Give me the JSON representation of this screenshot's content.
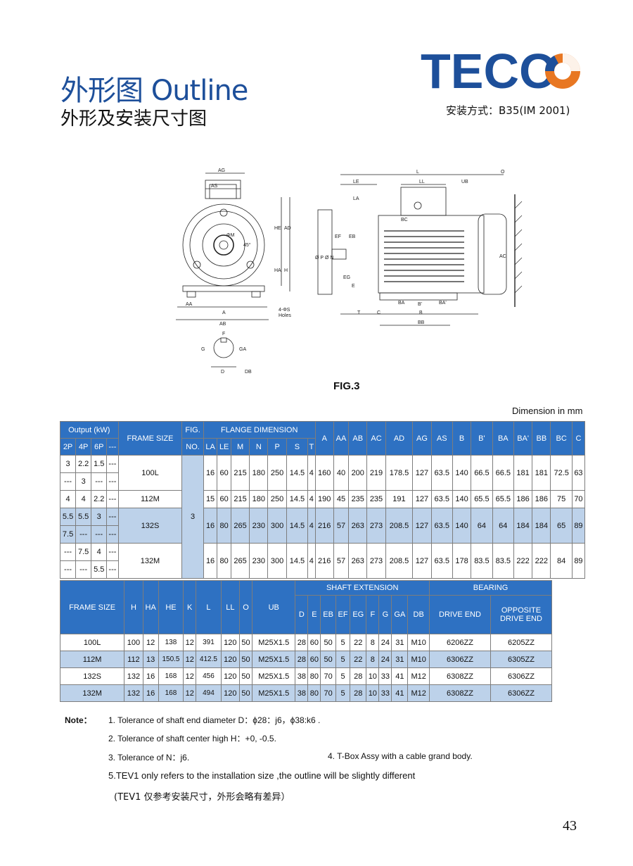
{
  "header": {
    "title": "外形图 Outline",
    "subtitle": "外形及安装尺寸图",
    "brand": "TECO",
    "mounting": "安装方式：B35(IM 2001)",
    "brand_color": "#1d4f9a",
    "accent_color": "#e87722"
  },
  "figure": {
    "label": "FIG.3",
    "unit": "Dimension in mm",
    "labels_front": {
      "AG": "AG",
      "AS": "AS",
      "HE": "HE",
      "AD": "AD",
      "HA": "HA",
      "H": "H",
      "AA": "AA",
      "A": "A",
      "AB": "AB",
      "holes": "4-ΦS",
      "holes2": "Holes",
      "M": "ΦM",
      "deg": "45°"
    },
    "labels_side": {
      "L": "L",
      "LE": "LE",
      "LL": "LL",
      "UB": "UB",
      "LA": "LA",
      "BC": "BC",
      "EF": "EF",
      "EB": "EB",
      "P": "Ø P",
      "N": "Ø N",
      "EG": "EG",
      "E": "E",
      "T": "T",
      "C": "C",
      "BA": "BA",
      "Bp": "B'",
      "BAp": "BA'",
      "B": "B",
      "BB": "BB",
      "AC": "AC",
      "O": "O"
    },
    "labels_key": {
      "F": "F",
      "G": "G",
      "GA": "GA",
      "D": "D",
      "DB": "DB"
    }
  },
  "table1": {
    "h_output": "Output (kW)",
    "h_frame": "FRAME SIZE",
    "h_fig": "FIG.",
    "h_fig2": "NO.",
    "h_flange": "FLANGE DIMENSION",
    "sub_output": [
      "2P",
      "4P",
      "6P",
      "---"
    ],
    "sub_flange": [
      "LA",
      "LE",
      "M",
      "N",
      "P",
      "S",
      "T"
    ],
    "dims": [
      "A",
      "AA",
      "AB",
      "AC",
      "AD",
      "AG",
      "AS",
      "B",
      "B'",
      "BA",
      "BA'",
      "BB",
      "BC",
      "C"
    ],
    "fig_no": "3",
    "groups": [
      {
        "shade": false,
        "frame": "100L",
        "out": [
          [
            "3",
            "2.2",
            "1.5",
            "---"
          ],
          [
            "---",
            "3",
            "---",
            "---"
          ]
        ],
        "vals": [
          "16",
          "60",
          "215",
          "180",
          "250",
          "14.5",
          "4",
          "160",
          "40",
          "200",
          "219",
          "178.5",
          "127",
          "63.5",
          "140",
          "66.5",
          "66.5",
          "181",
          "181",
          "72.5",
          "63"
        ]
      },
      {
        "shade": false,
        "frame": "112M",
        "out": [
          [
            "4",
            "4",
            "2.2",
            "---"
          ]
        ],
        "vals": [
          "15",
          "60",
          "215",
          "180",
          "250",
          "14.5",
          "4",
          "190",
          "45",
          "235",
          "235",
          "191",
          "127",
          "63.5",
          "140",
          "65.5",
          "65.5",
          "186",
          "186",
          "75",
          "70"
        ]
      },
      {
        "shade": true,
        "frame": "132S",
        "out": [
          [
            "5.5",
            "5.5",
            "3",
            "---"
          ],
          [
            "7.5",
            "---",
            "---",
            "---"
          ]
        ],
        "vals": [
          "16",
          "80",
          "265",
          "230",
          "300",
          "14.5",
          "4",
          "216",
          "57",
          "263",
          "273",
          "208.5",
          "127",
          "63.5",
          "140",
          "64",
          "64",
          "184",
          "184",
          "65",
          "89"
        ]
      },
      {
        "shade": false,
        "frame": "132M",
        "out": [
          [
            "---",
            "7.5",
            "4",
            "---"
          ],
          [
            "---",
            "---",
            "5.5",
            "---"
          ]
        ],
        "vals": [
          "16",
          "80",
          "265",
          "230",
          "300",
          "14.5",
          "4",
          "216",
          "57",
          "263",
          "273",
          "208.5",
          "127",
          "63.5",
          "178",
          "83.5",
          "83.5",
          "222",
          "222",
          "84",
          "89"
        ]
      }
    ]
  },
  "table2": {
    "h_frame": "FRAME SIZE",
    "cols": [
      "H",
      "HA",
      "HE",
      "K",
      "L",
      "LL",
      "O",
      "UB"
    ],
    "h_shaft": "SHAFT  EXTENSION",
    "shaft_cols": [
      "D",
      "E",
      "EB",
      "EF",
      "EG",
      "F",
      "G",
      "GA",
      "DB"
    ],
    "h_bearing": "BEARING",
    "h_drive": "DRIVE END",
    "h_opp": "OPPOSITE DRIVE  END",
    "rows": [
      {
        "shade": false,
        "v": [
          "100L",
          "100",
          "12",
          "138",
          "12",
          "391",
          "120",
          "50",
          "M25X1.5",
          "28",
          "60",
          "50",
          "5",
          "22",
          "8",
          "24",
          "31",
          "M10",
          "6206ZZ",
          "6205ZZ"
        ]
      },
      {
        "shade": true,
        "v": [
          "112M",
          "112",
          "13",
          "150.5",
          "12",
          "412.5",
          "120",
          "50",
          "M25X1.5",
          "28",
          "60",
          "50",
          "5",
          "22",
          "8",
          "24",
          "31",
          "M10",
          "6306ZZ",
          "6305ZZ"
        ]
      },
      {
        "shade": false,
        "v": [
          "132S",
          "132",
          "16",
          "168",
          "12",
          "456",
          "120",
          "50",
          "M25X1.5",
          "38",
          "80",
          "70",
          "5",
          "28",
          "10",
          "33",
          "41",
          "M12",
          "6308ZZ",
          "6306ZZ"
        ]
      },
      {
        "shade": true,
        "v": [
          "132M",
          "132",
          "16",
          "168",
          "12",
          "494",
          "120",
          "50",
          "M25X1.5",
          "38",
          "80",
          "70",
          "5",
          "28",
          "10",
          "33",
          "41",
          "M12",
          "6308ZZ",
          "6306ZZ"
        ]
      }
    ]
  },
  "notes": {
    "label": "Note：",
    "n1": "1. Tolerance  of  shaft  end  diameter  D：ϕ28：j6，ϕ38:k6 .",
    "n2": "2. Tolerance  of  shaft  center  high  H：+0, -0.5.",
    "n3": "3. Tolerance  of  N：j6.",
    "n4": "4. T-Box Assy with a cable grand body.",
    "n5": "5.TEV1 only refers  to the installation size ,the outline will be slightly different",
    "n6": "(TEV1 仅参考安装尺寸，外形会略有差异）"
  },
  "page_number": "43"
}
